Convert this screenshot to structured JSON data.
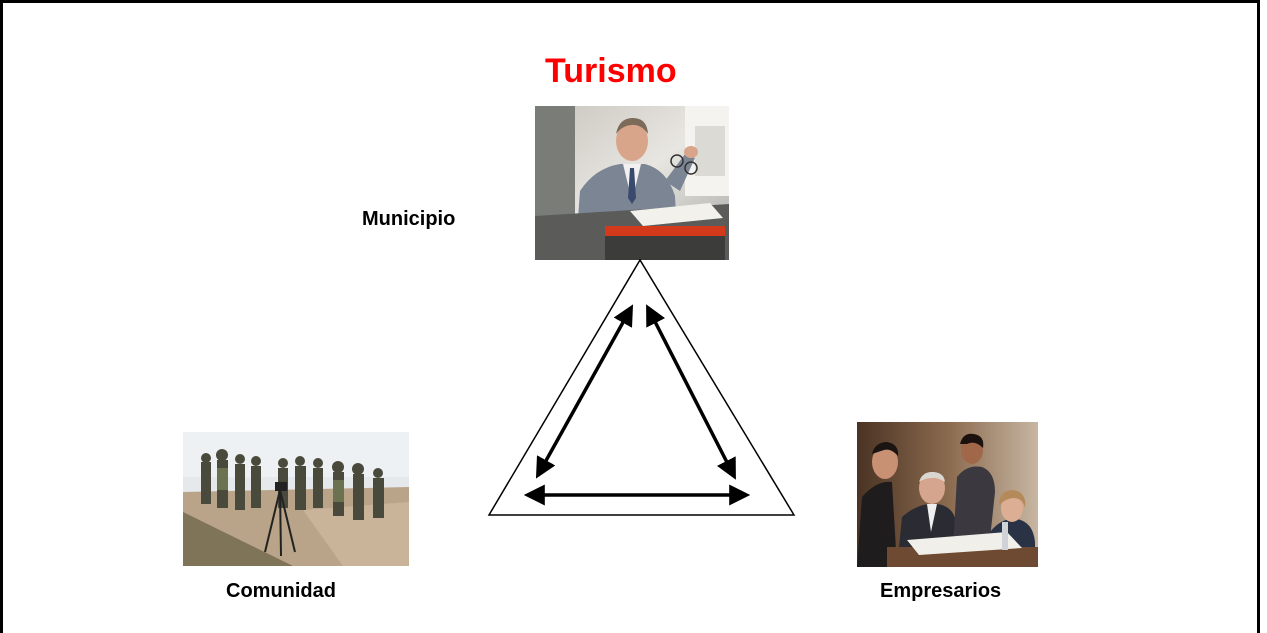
{
  "title": {
    "text": "Turismo",
    "color": "#ff0000"
  },
  "nodes": {
    "municipio": {
      "label": "Municipio"
    },
    "comunidad": {
      "label": "Comunidad"
    },
    "empresarios": {
      "label": "Empresarios"
    }
  },
  "diagram": {
    "shape": "triangle",
    "arrows": [
      "municipio-comunidad",
      "municipio-empresarios",
      "comunidad-empresarios"
    ],
    "arrow_style": "double-headed"
  }
}
